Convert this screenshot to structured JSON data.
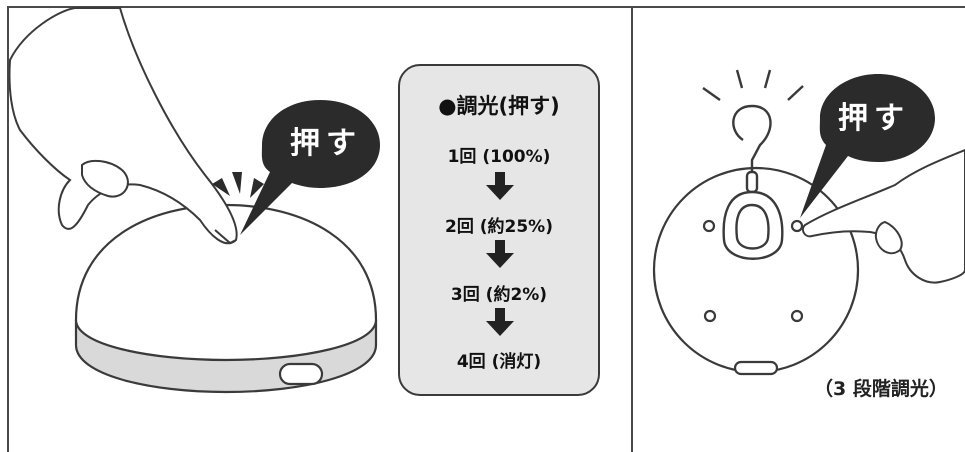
{
  "left_panel": {
    "bubble_label": "押す",
    "instructions": {
      "title": "●調光(押す)",
      "steps": [
        "1回 (100%)",
        "2回 (約25%)",
        "3回 (約2%)",
        "4回 (消灯)"
      ]
    }
  },
  "right_panel": {
    "bubble_label": "押す",
    "caption": "（3 段階調光）"
  },
  "colors": {
    "outline": "#3a3a3a",
    "bubble_fill": "#2b2b2b",
    "box_fill": "#e6e6e6",
    "lamp_band": "#d9d9d9"
  }
}
